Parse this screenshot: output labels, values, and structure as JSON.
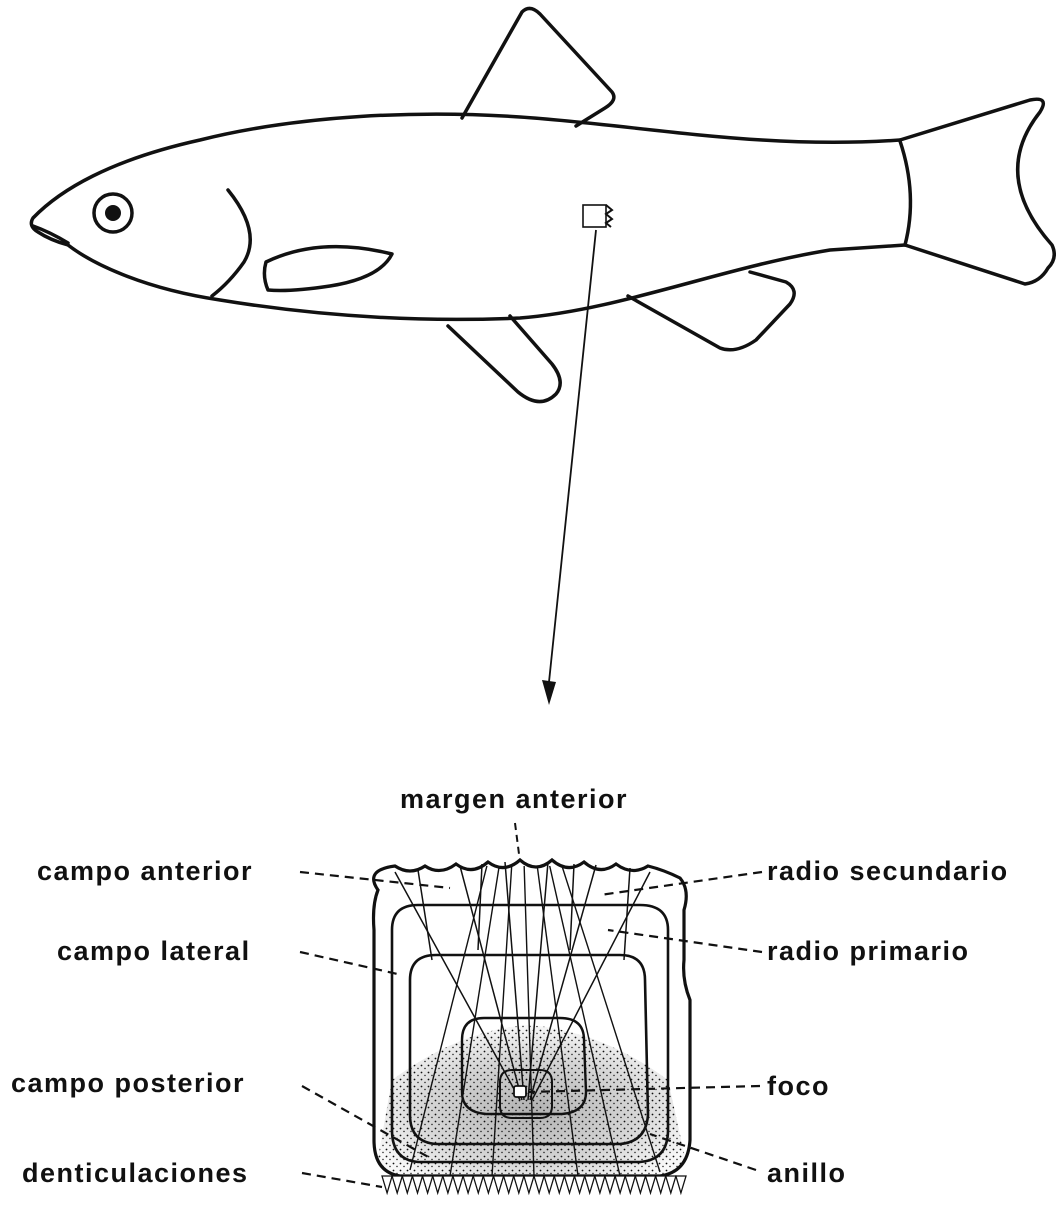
{
  "labels": {
    "margen_anterior": "margen anterior",
    "campo_anterior": "campo anterior",
    "campo_lateral": "campo lateral",
    "campo_posterior": "campo posterior",
    "denticulaciones": "denticulaciones",
    "radio_secundario": "radio secundario",
    "radio_primario": "radio primario",
    "foco": "foco",
    "anillo": "anillo"
  },
  "colors": {
    "ink": "#111111",
    "background": "#ffffff"
  }
}
